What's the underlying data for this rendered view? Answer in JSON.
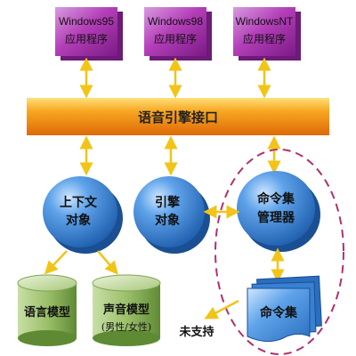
{
  "platforms": [
    {
      "os": "Windows95",
      "app": "应用程序"
    },
    {
      "os": "Windows98",
      "app": "应用程序"
    },
    {
      "os": "WindowsNT",
      "app": "应用程序"
    }
  ],
  "engine_bar": {
    "label": "语音引擎接口"
  },
  "objects": {
    "text_object": {
      "line1": "上下文",
      "line2": "对象"
    },
    "engine_object": {
      "line1": "引擎",
      "line2": "对象"
    },
    "command_manager": {
      "line1": "命令集",
      "line2": "管理器"
    }
  },
  "models": {
    "language": {
      "label": "语言模型"
    },
    "acoustic": {
      "label": "声音模型",
      "sub": "(男性/女性)"
    }
  },
  "command_set": {
    "label": "命令集"
  },
  "unsupported": {
    "label": "未支持"
  },
  "colors": {
    "platform_box": "#b43fb8",
    "engine_bar": "#f08a14",
    "object_sphere": "#2b76c8",
    "model_cylinder": "#8fb25a",
    "command_card": "#3e8ad8",
    "arrow": "#f2c418",
    "dashed_ellipse": "#b0306e"
  }
}
